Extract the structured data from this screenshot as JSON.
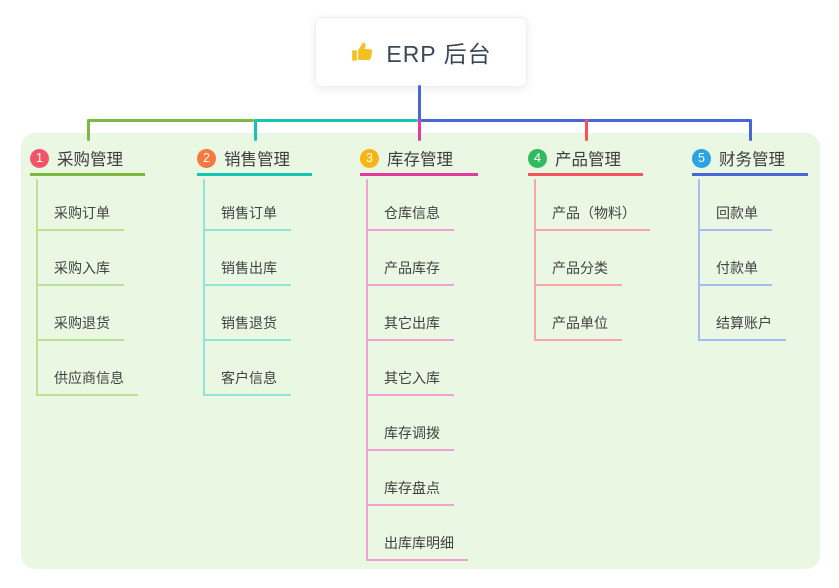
{
  "root": {
    "label": "ERP 后台",
    "icon": "thumbs-up-icon",
    "icon_color": "#f3c11f",
    "trunk_color": "#4866d5"
  },
  "panel": {
    "background": "#e9f7e3"
  },
  "branches": [
    {
      "number": "1",
      "label": "采购管理",
      "badge_color": "#f25568",
      "line_color": "#7db940",
      "child_line_color": "#bee095",
      "children": [
        "采购订单",
        "采购入库",
        "采购退货",
        "供应商信息"
      ]
    },
    {
      "number": "2",
      "label": "销售管理",
      "badge_color": "#f6793f",
      "line_color": "#16c4b4",
      "child_line_color": "#92e3da",
      "children": [
        "销售订单",
        "销售出库",
        "销售退货",
        "客户信息"
      ]
    },
    {
      "number": "3",
      "label": "库存管理",
      "badge_color": "#fcb414",
      "line_color": "#e23a9d",
      "child_line_color": "#f2a2d1",
      "children": [
        "仓库信息",
        "产品库存",
        "其它出库",
        "其它入库",
        "库存调拨",
        "库存盘点",
        "出库库明细"
      ]
    },
    {
      "number": "4",
      "label": "产品管理",
      "badge_color": "#31ba5f",
      "line_color": "#f2535d",
      "child_line_color": "#f9a6ab",
      "children": [
        "产品（物料）",
        "产品分类",
        "产品单位"
      ]
    },
    {
      "number": "5",
      "label": "财务管理",
      "badge_color": "#2ba3e4",
      "line_color": "#4866d5",
      "child_line_color": "#a6bbee",
      "children": [
        "回款单",
        "付款单",
        "结算账户"
      ]
    }
  ]
}
